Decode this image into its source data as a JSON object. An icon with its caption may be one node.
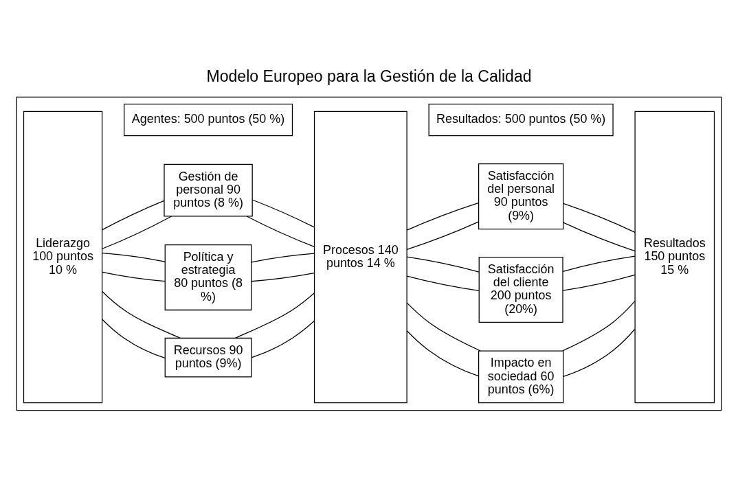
{
  "diagram": {
    "title": "Modelo Europeo para la Gestión de la Calidad",
    "nodes": [
      {
        "text": [],
        "shape": "box"
      },
      {
        "text": [
          "Liderazgo 100 puntos 10 %"
        ],
        "in": 0
      },
      {
        "text": [
          "Gestión de personal 90 puntos (8 %)"
        ],
        "in": 0
      },
      {
        "text": [
          "Política y estrategia 80 puntos (8 %)"
        ],
        "in": 0
      },
      {
        "text": [
          "Recursos 90 puntos (9%)"
        ],
        "in": 0
      },
      {
        "text": [
          "Procesos 140 puntos 14 %"
        ],
        "in": 0
      },
      {
        "text": [
          "Satisfacción del personal 90 puntos (9%)"
        ],
        "in": 0
      },
      {
        "text": [
          "Satisfacción del cliente 200 puntos (20%)"
        ],
        "in": 0
      },
      {
        "text": [
          "Impacto en sociedad 60 puntos (6%)"
        ],
        "in": 0
      },
      {
        "text": [
          "Resultados 150 puntos 15 %"
        ],
        "in": 0
      },
      {
        "text": [
          "Agentes: 500 puntos (50 %)"
        ],
        "in": 0
      },
      {
        "text": [
          "Resultados: 500 puntos (50 %)"
        ],
        "in": 0
      }
    ],
    "edges": [
      {
        "from": 1,
        "to": 2,
        "arrow": "none"
      },
      {
        "from": 1,
        "to": 2,
        "arrow": "none"
      },
      {
        "from": 1,
        "to": 3,
        "arrow": "none"
      },
      {
        "from": 1,
        "to": 3,
        "arrow": "none"
      },
      {
        "from": 1,
        "to": 4,
        "arrow": "none"
      },
      {
        "from": 1,
        "to": 4,
        "arrow": "none"
      },
      {
        "from": 2,
        "to": 5,
        "arrow": "none"
      },
      {
        "from": 2,
        "to": 5,
        "arrow": "none"
      },
      {
        "from": 3,
        "to": 5,
        "arrow": "none"
      },
      {
        "from": 3,
        "to": 5,
        "arrow": "none"
      },
      {
        "from": 4,
        "to": 5,
        "arrow": "none"
      },
      {
        "from": 4,
        "to": 5,
        "arrow": "none"
      },
      {
        "from": 5,
        "to": 6,
        "arrow": "none"
      },
      {
        "from": 5,
        "to": 6,
        "arrow": "none"
      },
      {
        "from": 5,
        "to": 7,
        "arrow": "none"
      },
      {
        "from": 5,
        "to": 7,
        "arrow": "none"
      },
      {
        "from": 5,
        "to": 8,
        "arrow": "none"
      },
      {
        "from": 5,
        "to": 8,
        "arrow": "none"
      },
      {
        "from": 6,
        "to": 9,
        "arrow": "none"
      },
      {
        "from": 6,
        "to": 9,
        "arrow": "none"
      },
      {
        "from": 7,
        "to": 9,
        "arrow": "none"
      },
      {
        "from": 7,
        "to": 9,
        "arrow": "none"
      },
      {
        "from": 8,
        "to": 9,
        "arrow": "none"
      },
      {
        "from": 8,
        "to": 9,
        "arrow": "none"
      }
    ]
  }
}
